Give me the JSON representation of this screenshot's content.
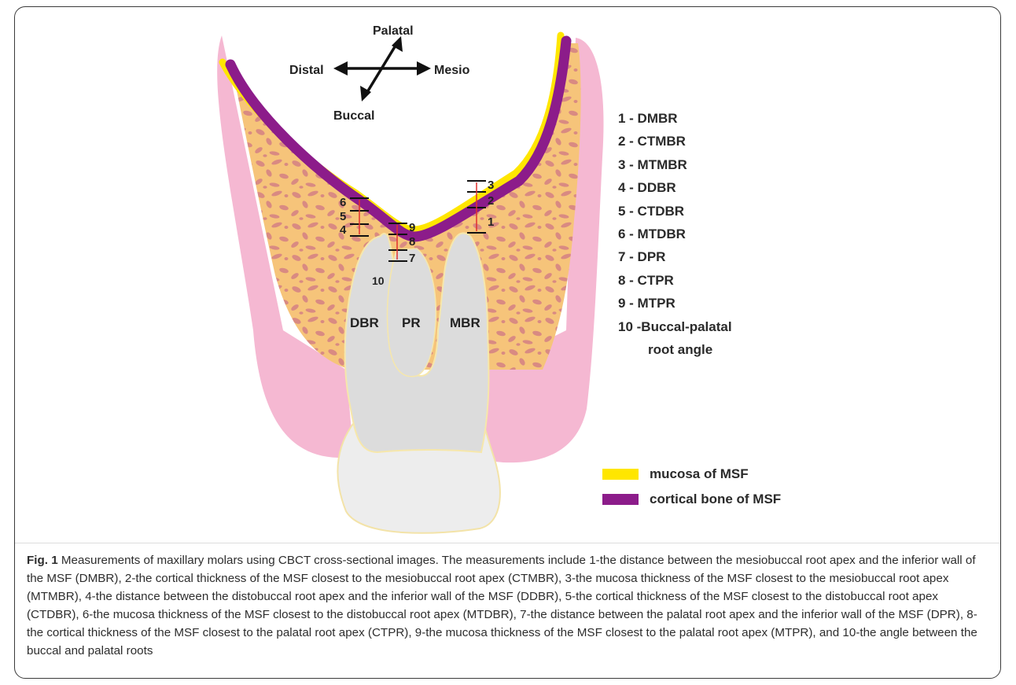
{
  "directions": {
    "palatal": "Palatal",
    "distal": "Distal",
    "mesio": "Mesio",
    "buccal": "Buccal"
  },
  "roots": {
    "distobuccal": "DBR",
    "palatal": "PR",
    "mesiobuccal": "MBR"
  },
  "markers": {
    "m1": "1",
    "m2": "2",
    "m3": "3",
    "m4": "4",
    "m5": "5",
    "m6": "6",
    "m7": "7",
    "m8": "8",
    "m9": "9",
    "m10": "10"
  },
  "measurement_legend": [
    "1 - DMBR",
    "2 - CTMBR",
    "3 - MTMBR",
    "4 - DDBR",
    "5 - CTDBR",
    "6 - MTDBR",
    "7 - DPR",
    "8 - CTPR",
    "9 - MTPR",
    "10 -Buccal-palatal"
  ],
  "measurement_legend_continuation": "root angle",
  "color_legend": [
    {
      "label": "mucosa of MSF",
      "color": "#ffe600"
    },
    {
      "label": "cortical bone of MSF",
      "color": "#8c1c8a"
    }
  ],
  "colors": {
    "gingiva": "#f5b8d2",
    "bone": "#f6c47a",
    "trabecular": "#d98a82",
    "tooth": "#dcdcdc",
    "crown": "#ededed",
    "measure_red": "#e0302e"
  },
  "caption": {
    "label": "Fig. 1",
    "text": " Measurements of maxillary molars using CBCT cross-sectional images. The measurements include 1-the distance between the mesiobuccal root apex and the inferior wall of the MSF (DMBR), 2-the cortical thickness of the MSF closest to the mesiobuccal root apex (CTMBR), 3-the mucosa thickness of the MSF closest to the mesiobuccal root apex (MTMBR), 4-the distance between the distobuccal root apex and the inferior wall of the MSF (DDBR), 5-the cortical thickness of the MSF closest to the distobuccal root apex (CTDBR), 6-the mucosa thickness of the MSF closest to the distobuccal root apex (MTDBR), 7-the distance between the palatal root apex and the inferior wall of the MSF (DPR), 8-the cortical thickness of the MSF closest to the palatal root apex (CTPR), 9-the mucosa thickness of the MSF closest to the palatal root apex (MTPR), and 10-the angle between the buccal and palatal roots"
  }
}
